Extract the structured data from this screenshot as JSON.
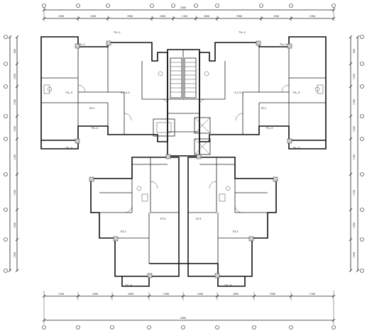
{
  "drawing": {
    "top_total_dim": "2800",
    "bottom_total_dim": "2800",
    "top_dims": [
      "2300",
      "1500",
      "3900",
      "1800",
      "2100",
      "1800",
      "3900",
      "1500",
      "2300"
    ],
    "bottom_dims": [
      "2100",
      "2900",
      "1800",
      "2400",
      "2400",
      "1800",
      "2900",
      "2100"
    ],
    "left_dims": [
      "800",
      "1200",
      "1300",
      "1500",
      "1100",
      "1700",
      "1300",
      "1300"
    ],
    "right_dims": [
      "800",
      "1200",
      "1300",
      "1500",
      "1100",
      "1700",
      "1300",
      "1300"
    ],
    "window_tags": [
      "TYL-1",
      "TYL-1'",
      "TYL-2",
      "TYL-2'",
      "TYL-3",
      "TYL-3'",
      "TYL-4",
      "TYL-4'",
      "TYL-5",
      "TYL-5'",
      "TYL-6",
      "TYL-6'"
    ],
    "room_labels": [
      "KT-1",
      "KT-2",
      "KT-3"
    ],
    "room_code": "3.3.3.3"
  }
}
